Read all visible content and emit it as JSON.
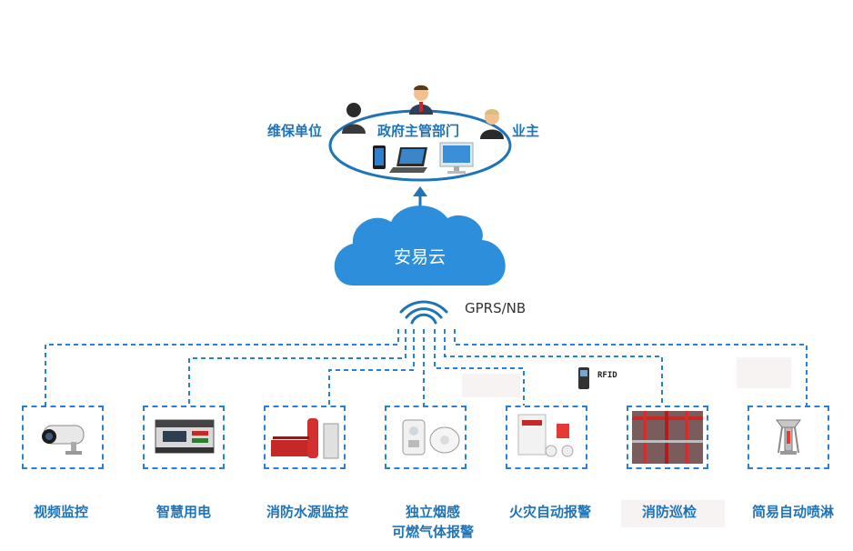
{
  "platform": {
    "title": "政府主管部门",
    "left_role": "维保单位",
    "right_role": "业主"
  },
  "cloud": {
    "label": "安易云"
  },
  "network": {
    "label": "GPRS/NB"
  },
  "rfid": {
    "label": "RFID"
  },
  "categories": [
    {
      "label": "视频监控"
    },
    {
      "label": "智慧用电"
    },
    {
      "label": "消防水源监控"
    },
    {
      "label": "独立烟感",
      "label2": "可燃气体报警"
    },
    {
      "label": "火灾自动报警"
    },
    {
      "label": "消防巡检"
    },
    {
      "label": "简易自动喷淋"
    }
  ],
  "colors": {
    "accent": "#1f73b7",
    "dashed": "#2a7fd6",
    "cloud": "#2d8fdc"
  }
}
